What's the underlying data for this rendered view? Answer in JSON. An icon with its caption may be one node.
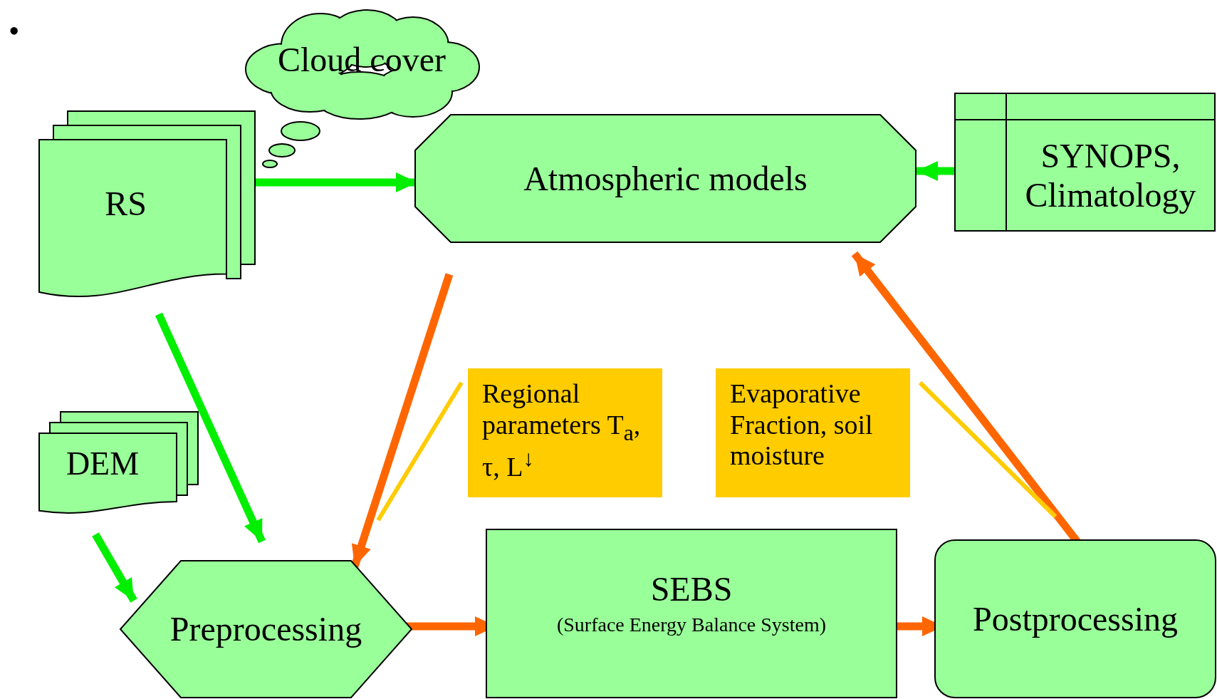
{
  "diagram": {
    "nodes": [
      {
        "text": [
          "Cloud cover"
        ]
      },
      {
        "text": [
          "RS"
        ]
      },
      {
        "text": [
          "Atmospheric models"
        ]
      },
      {
        "text": [
          "SYNOPS, Climatology"
        ]
      },
      {
        "text": [
          "DEM"
        ]
      },
      {
        "text": [
          "Regional parameters T$_{a}$, τ, L$^{↓}$"
        ]
      },
      {
        "text": [
          "Evaporative Fraction, soil moisture"
        ]
      },
      {
        "text": [
          "Preprocessing"
        ]
      },
      {
        "text": [
          "SEBS",
          "(Surface Energy Balance System)"
        ]
      },
      {
        "text": [
          "Postprocessing"
        ]
      }
    ],
    "edges": [
      {
        "from": 1,
        "to": 2,
        "arrow": "to"
      },
      {
        "from": 3,
        "to": 2,
        "arrow": "to"
      },
      {
        "from": 1,
        "to": 7,
        "arrow": "to"
      },
      {
        "from": 4,
        "to": 7,
        "arrow": "to"
      },
      {
        "from": 2,
        "to": 7,
        "arrow": "to",
        "color": "#ff6600"
      },
      {
        "from": 7,
        "to": 8,
        "arrow": "to",
        "color": "#ff6600"
      },
      {
        "from": 8,
        "to": 9,
        "arrow": "to",
        "color": "#ff6600"
      },
      {
        "from": 9,
        "to": 2,
        "arrow": "to",
        "color": "#ff6600"
      },
      {
        "from": 5,
        "to": null,
        "arrow": "none",
        "color": "#ffcc00"
      },
      {
        "from": 6,
        "to": null,
        "arrow": "none",
        "color": "#ffcc00"
      }
    ],
    "labels": [
      "•"
    ]
  }
}
